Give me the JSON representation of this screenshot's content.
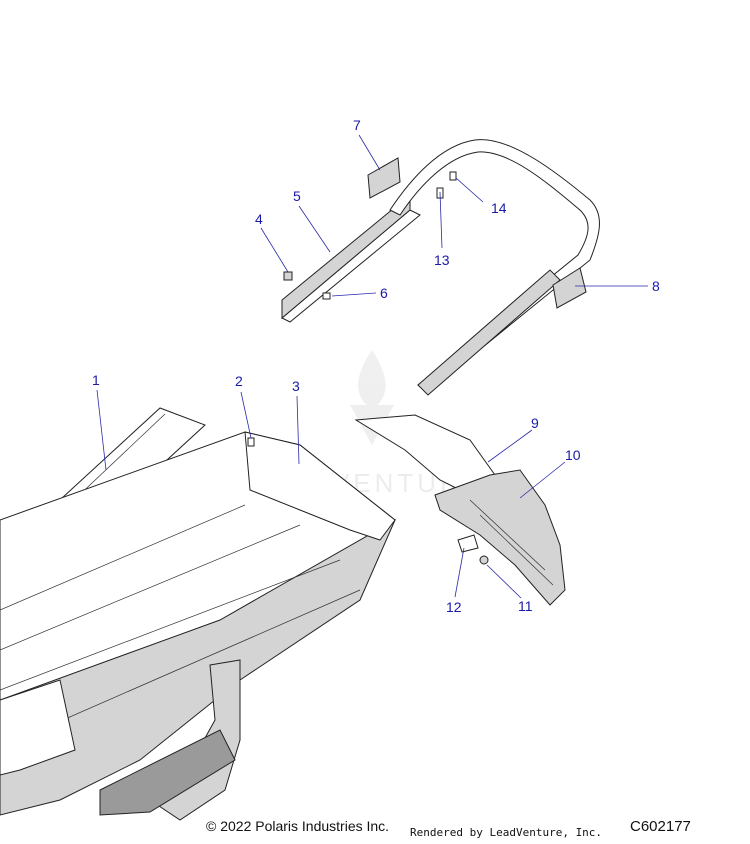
{
  "diagram": {
    "callouts": [
      "1",
      "2",
      "3",
      "4",
      "5",
      "6",
      "7",
      "8",
      "9",
      "10",
      "11",
      "12",
      "13",
      "14"
    ],
    "watermark": "LEADVENTURE"
  },
  "footer": {
    "copyright": "© 2022 Polaris Industries Inc.",
    "rendered_by": "Rendered by LeadVenture, Inc.",
    "figure_id": "C602177"
  }
}
